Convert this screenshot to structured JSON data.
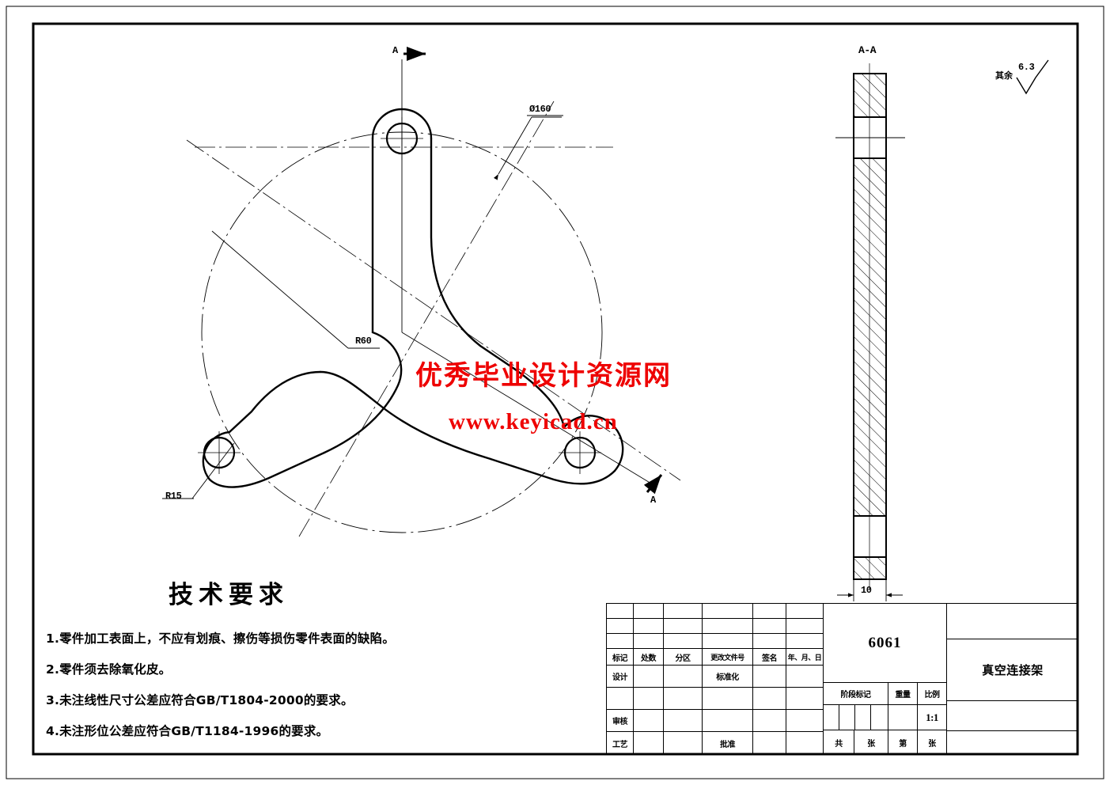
{
  "sheet": {
    "bg_color": "#ffffff",
    "line_color": "#000000",
    "watermark_color": "#ee0000"
  },
  "watermark": {
    "cn_text": "优秀毕业设计资源网",
    "url_text": "www.keyicad.cn"
  },
  "drawing": {
    "front_view": {
      "section_label_top": "A",
      "section_label_bottom": "A",
      "dims": [
        {
          "name": "bolt-circle-diameter",
          "label": "Ø160"
        },
        {
          "name": "arm-fillet-radius",
          "label": "R60"
        },
        {
          "name": "hub-radius",
          "label": "R15"
        }
      ]
    },
    "section_view": {
      "title": "A-A",
      "thickness_dim": "10"
    },
    "surface_finish": {
      "prefix": "其余",
      "value": "6.3"
    }
  },
  "technical_requirements": {
    "title": "技术要求",
    "items": [
      "1.零件加工表面上，不应有划痕、擦伤等损伤零件表面的缺陷。",
      "2.零件须去除氧化皮。",
      "3.未注线性尺寸公差应符合GB/T1804-2000的要求。",
      "4.未注形位公差应符合GB/T1184-1996的要求。"
    ]
  },
  "title_block": {
    "revision_headers": [
      "标记",
      "处数",
      "分区",
      "更改文件号",
      "签名",
      "年、月、日"
    ],
    "roles": {
      "design": "设计",
      "review": "审核",
      "process": "工艺",
      "standardize": "标准化",
      "approve": "批准"
    },
    "material": "6061",
    "part_name": "真空连接架",
    "stage_mark": "阶段标记",
    "weight": "重量",
    "scale_label": "比例",
    "scale_value": "1:1",
    "sheet_total": "共",
    "sheet_total_unit": "张",
    "sheet_no": "第",
    "sheet_no_unit": "张"
  }
}
